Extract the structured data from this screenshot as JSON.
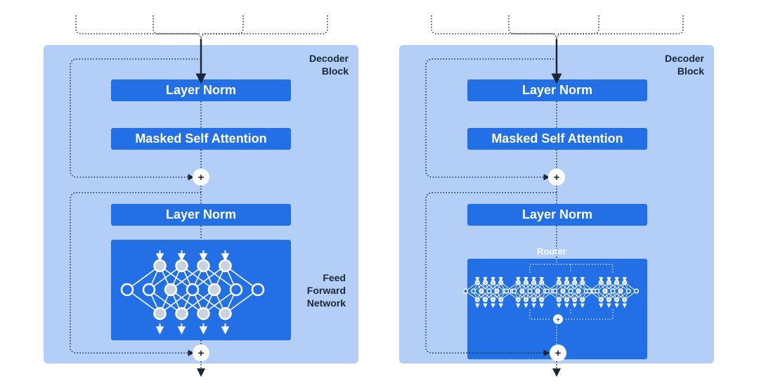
{
  "left": {
    "block_label": "Decoder Block",
    "block_label_lines": [
      "Decoder",
      "Block"
    ],
    "layer_norm_1": "Layer Norm",
    "attention": "Masked Self Attention",
    "layer_norm_2": "Layer Norm",
    "ffn_label_lines": [
      "Feed",
      "Forward",
      "Network"
    ],
    "plus_1": "+",
    "plus_2": "+"
  },
  "right": {
    "block_label_lines": [
      "Decoder",
      "Block"
    ],
    "layer_norm_1": "Layer Norm",
    "attention": "Masked Self Attention",
    "layer_norm_2": "Layer Norm",
    "router": "Router",
    "plus_1": "+",
    "plus_2": "+",
    "plus_router": "+"
  },
  "colors": {
    "panel": "#b3cff8",
    "block": "#2370e6",
    "line": "#1d2733",
    "node_fill": "#c9d3e0"
  },
  "icons": [
    "plus-icon",
    "arrow-down-icon",
    "neural-network-icon"
  ]
}
